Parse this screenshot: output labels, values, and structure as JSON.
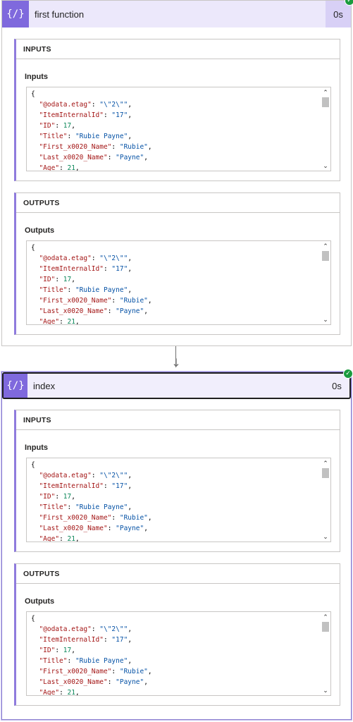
{
  "actions": [
    {
      "title": "first function",
      "duration": "0s",
      "icon": "{/}",
      "sections": [
        {
          "header": "INPUTS",
          "label": "Inputs"
        },
        {
          "header": "OUTPUTS",
          "label": "Outputs"
        }
      ]
    },
    {
      "title": "index",
      "duration": "0s",
      "icon": "{/}",
      "sections": [
        {
          "header": "INPUTS",
          "label": "Inputs"
        },
        {
          "header": "OUTPUTS",
          "label": "Outputs"
        }
      ]
    }
  ],
  "json_lines": [
    {
      "key": "\"@odata.etag\"",
      "value": "\"\\\"2\\\"\"",
      "type": "string"
    },
    {
      "key": "\"ItemInternalId\"",
      "value": "\"17\"",
      "type": "string"
    },
    {
      "key": "\"ID\"",
      "value": "17",
      "type": "number"
    },
    {
      "key": "\"Title\"",
      "value": "\"Rubie Payne\"",
      "type": "string"
    },
    {
      "key": "\"First_x0020_Name\"",
      "value": "\"Rubie\"",
      "type": "string"
    },
    {
      "key": "\"Last_x0020_Name\"",
      "value": "\"Payne\"",
      "type": "string"
    },
    {
      "key": "\"Age\"",
      "value": "21",
      "type": "number"
    }
  ],
  "open_brace": "{",
  "status": "success",
  "colors": {
    "accent": "#7f69dd",
    "header_bg": "#ece8fb",
    "success": "#1a9b3e"
  }
}
